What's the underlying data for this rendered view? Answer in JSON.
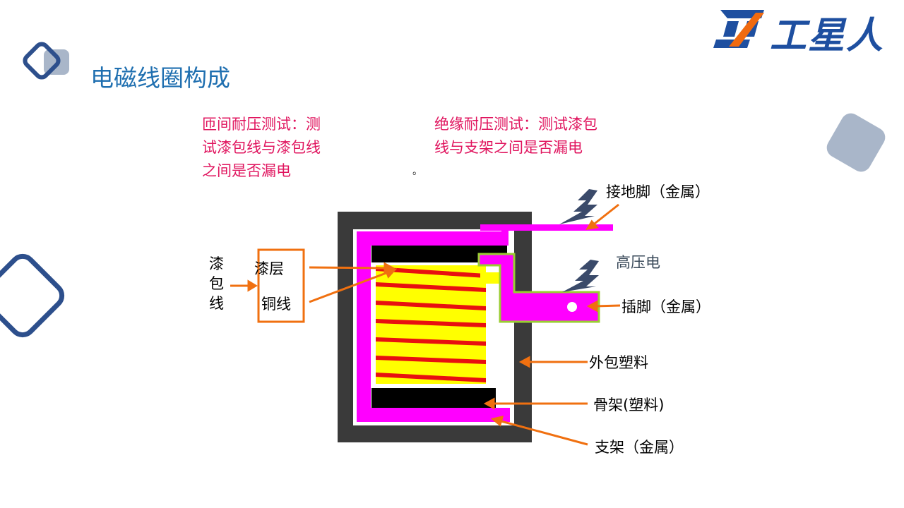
{
  "slide": {
    "title": "电磁线圈构成",
    "logo_text": "工星人"
  },
  "notes": {
    "turn_test": [
      "匝间耐压测试：测",
      "试漆包线与漆包线",
      "之间是否漏电"
    ],
    "insulation_test": [
      "绝缘耐压测试：测试漆包",
      "线与支架之间是否漏电"
    ],
    "stray_mark": "。"
  },
  "labels": {
    "enameled_wire": [
      "漆",
      "包",
      "线"
    ],
    "paint_layer": "漆层",
    "copper_wire": "铜线",
    "ground_pin": "接地脚（金属）",
    "high_voltage": "高压电",
    "plug_pin": "插脚（金属）",
    "outer_plastic": "外包塑料",
    "bobbin": "骨架(塑料)",
    "bracket": "支架（金属）"
  },
  "colors": {
    "title_blue": "#1f6fb0",
    "note_pink": "#e0145e",
    "arrow_orange": "#f07010",
    "magenta": "#ff00ff",
    "yellow": "#ffff00",
    "red": "#e81010",
    "dark": "#3a3a3a",
    "logo_blue": "#1e4fa0",
    "logo_orange": "#f06a10"
  }
}
